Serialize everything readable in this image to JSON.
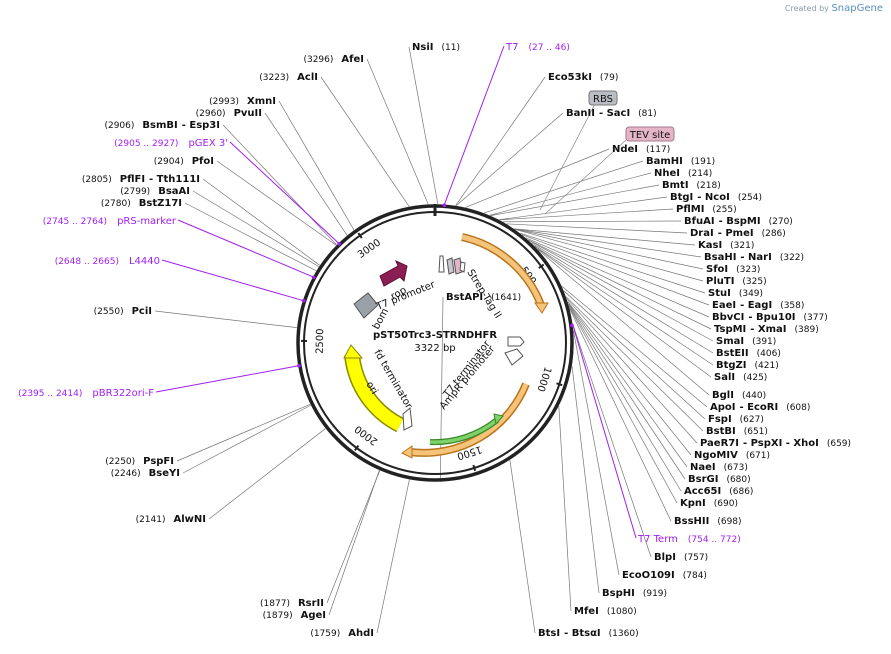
{
  "watermark": {
    "prefix": "Created by",
    "brand": "SnapGene"
  },
  "plasmid": {
    "name": "pST50Trc3-STRNDHFR",
    "length": "3322 bp",
    "total_bp": 3322
  },
  "ticks": [
    {
      "bp": 500,
      "label": "500"
    },
    {
      "bp": 1000,
      "label": "1000"
    },
    {
      "bp": 1500,
      "label": "1500"
    },
    {
      "bp": 2000,
      "label": "2000"
    },
    {
      "bp": 2500,
      "label": "2500"
    },
    {
      "bp": 3000,
      "label": "3000"
    }
  ],
  "sites": [
    {
      "name": "NsiI",
      "pos": "(11)",
      "bp": 11,
      "side": "R"
    },
    {
      "name": "Eco53kI",
      "pos": "(79)",
      "bp": 79,
      "side": "R"
    },
    {
      "name": "BanII",
      "extra": "- SacI",
      "pos": "(81)",
      "bp": 81,
      "side": "R"
    },
    {
      "name": "NdeI",
      "pos": "(117)",
      "bp": 117,
      "side": "R"
    },
    {
      "name": "BamHI",
      "pos": "(191)",
      "bp": 191,
      "side": "R"
    },
    {
      "name": "NheI",
      "pos": "(214)",
      "bp": 214,
      "side": "R"
    },
    {
      "name": "BmtI",
      "pos": "(218)",
      "bp": 218,
      "side": "R"
    },
    {
      "name": "BtgI",
      "extra": "- NcoI",
      "pos": "(254)",
      "bp": 254,
      "side": "R"
    },
    {
      "name": "PflMI",
      "pos": "(255)",
      "bp": 255,
      "side": "R"
    },
    {
      "name": "BfuAI",
      "extra": "- BspMI",
      "pos": "(270)",
      "bp": 270,
      "side": "R"
    },
    {
      "name": "DraI",
      "extra": "- PmeI",
      "pos": "(286)",
      "bp": 286,
      "side": "R"
    },
    {
      "name": "KasI",
      "pos": "(321)",
      "bp": 321,
      "side": "R"
    },
    {
      "name": "BsaHI",
      "extra": "- NarI",
      "pos": "(322)",
      "bp": 322,
      "side": "R"
    },
    {
      "name": "SfoI",
      "pos": "(323)",
      "bp": 323,
      "side": "R"
    },
    {
      "name": "PluTI",
      "pos": "(325)",
      "bp": 325,
      "side": "R"
    },
    {
      "name": "StuI",
      "pos": "(349)",
      "bp": 349,
      "side": "R"
    },
    {
      "name": "EaeI",
      "extra": "- EagI",
      "pos": "(358)",
      "bp": 358,
      "side": "R"
    },
    {
      "name": "BbvCI",
      "extra": "- Bpu10I",
      "pos": "(377)",
      "bp": 377,
      "side": "R"
    },
    {
      "name": "TspMI",
      "extra": "- XmaI",
      "pos": "(389)",
      "bp": 389,
      "side": "R"
    },
    {
      "name": "SmaI",
      "pos": "(391)",
      "bp": 391,
      "side": "R"
    },
    {
      "name": "BstEII",
      "pos": "(406)",
      "bp": 406,
      "side": "R"
    },
    {
      "name": "BtgZI",
      "pos": "(421)",
      "bp": 421,
      "side": "R"
    },
    {
      "name": "SalI",
      "pos": "(425)",
      "bp": 425,
      "side": "R"
    },
    {
      "name": "BglI",
      "pos": "(440)",
      "bp": 440,
      "side": "R"
    },
    {
      "name": "ApoI",
      "extra": "- EcoRI",
      "pos": "(608)",
      "bp": 608,
      "side": "R"
    },
    {
      "name": "FspI",
      "pos": "(627)",
      "bp": 627,
      "side": "R"
    },
    {
      "name": "BstBI",
      "pos": "(651)",
      "bp": 651,
      "side": "R"
    },
    {
      "name": "PaeR7I",
      "extra": "- PspXI   - XhoI",
      "pos": "(659)",
      "bp": 659,
      "side": "R"
    },
    {
      "name": "NgoMIV",
      "pos": "(671)",
      "bp": 671,
      "side": "R"
    },
    {
      "name": "NaeI",
      "pos": "(673)",
      "bp": 673,
      "side": "R"
    },
    {
      "name": "BsrGI",
      "pos": "(680)",
      "bp": 680,
      "side": "R"
    },
    {
      "name": "Acc65I",
      "pos": "(686)",
      "bp": 686,
      "side": "R"
    },
    {
      "name": "KpnI",
      "pos": "(690)",
      "bp": 690,
      "side": "R"
    },
    {
      "name": "BssHII",
      "pos": "(698)",
      "bp": 698,
      "side": "R"
    },
    {
      "name": "BlpI",
      "pos": "(757)",
      "bp": 757,
      "side": "R"
    },
    {
      "name": "EcoO109I",
      "pos": "(784)",
      "bp": 784,
      "side": "R"
    },
    {
      "name": "BspHI",
      "pos": "(919)",
      "bp": 919,
      "side": "R"
    },
    {
      "name": "MfeI",
      "pos": "(1080)",
      "bp": 1080,
      "side": "R"
    },
    {
      "name": "BtsI",
      "extra": "- BtsαI",
      "pos": "(1360)",
      "bp": 1360,
      "side": "R"
    },
    {
      "name": "BstAPI",
      "pos": "(1641)",
      "bp": 1641,
      "side": "R"
    },
    {
      "name": "AhdI",
      "pos": "(1759)",
      "bp": 1759,
      "side": "L"
    },
    {
      "name": "RsrII",
      "pos": "(1877)",
      "bp": 1877,
      "side": "L"
    },
    {
      "name": "AgeI",
      "pos": "(1879)",
      "bp": 1879,
      "side": "L"
    },
    {
      "name": "AlwNI",
      "pos": "(2141)",
      "bp": 2141,
      "side": "L"
    },
    {
      "name": "BseYI",
      "pos": "(2246)",
      "bp": 2246,
      "side": "L"
    },
    {
      "name": "PspFI",
      "pos": "(2250)",
      "bp": 2250,
      "side": "L"
    },
    {
      "name": "PciI",
      "pos": "(2550)",
      "bp": 2550,
      "side": "L"
    },
    {
      "name": "BstZ17I",
      "pos": "(2780)",
      "bp": 2780,
      "side": "L"
    },
    {
      "name": "BsaAI",
      "pos": "(2799)",
      "bp": 2799,
      "side": "L"
    },
    {
      "name": "PflFI",
      "extra": "- Tth111I",
      "pos": "(2805)",
      "bp": 2805,
      "side": "L"
    },
    {
      "name": "PfoI",
      "pos": "(2904)",
      "bp": 2904,
      "side": "L"
    },
    {
      "name": "BsmBI",
      "extra": "- Esp3I",
      "pos": "(2906)",
      "bp": 2906,
      "side": "L"
    },
    {
      "name": "PvuII",
      "pos": "(2960)",
      "bp": 2960,
      "side": "L"
    },
    {
      "name": "XmnI",
      "pos": "(2993)",
      "bp": 2993,
      "side": "L"
    },
    {
      "name": "AclI",
      "pos": "(3223)",
      "bp": 3223,
      "side": "L"
    },
    {
      "name": "AfeI",
      "pos": "(3296)",
      "bp": 3296,
      "side": "L"
    }
  ],
  "feature_labels": [
    {
      "name": "T7",
      "pos": "(27 .. 46)",
      "bp": 36
    },
    {
      "name": "T7 Term",
      "pos": "(754 .. 772)",
      "bp": 763
    },
    {
      "name": "pBR322ori-F",
      "pos": "(2395 .. 2414)",
      "bp": 2404
    },
    {
      "name": "L4440",
      "pos": "(2648 .. 2665)",
      "bp": 2656
    },
    {
      "name": "pRS-marker",
      "pos": "(2745 .. 2764)",
      "bp": 2754
    },
    {
      "name": "pGEX 3'",
      "pos": "(2905 .. 2927)",
      "bp": 2916
    }
  ],
  "boxed_features": [
    {
      "name": "RBS",
      "fill": "#b9bdc3"
    },
    {
      "name": "TEV site",
      "fill": "#e3b5c7"
    }
  ],
  "inner_labels": {
    "t7_promoter": "T7 promoter",
    "rop": "rop",
    "bom": "bom",
    "strep_tag": "Strep-Tag II",
    "t7_terminator": "T7 terminator",
    "ampr_promoter": "AmpR promoter",
    "fd_terminator": "fd terminator",
    "ori": "ori"
  },
  "colors": {
    "backbone": "#222222",
    "orange_arrow": "#f5c47a",
    "orange_edge": "#b8741a",
    "ori_yellow": "#ffff00",
    "green_arrow": "#7dd36a",
    "rop_maroon": "#8b1e52",
    "bom_gray": "#9aa0a8",
    "feature_purple": "#a020f0"
  }
}
